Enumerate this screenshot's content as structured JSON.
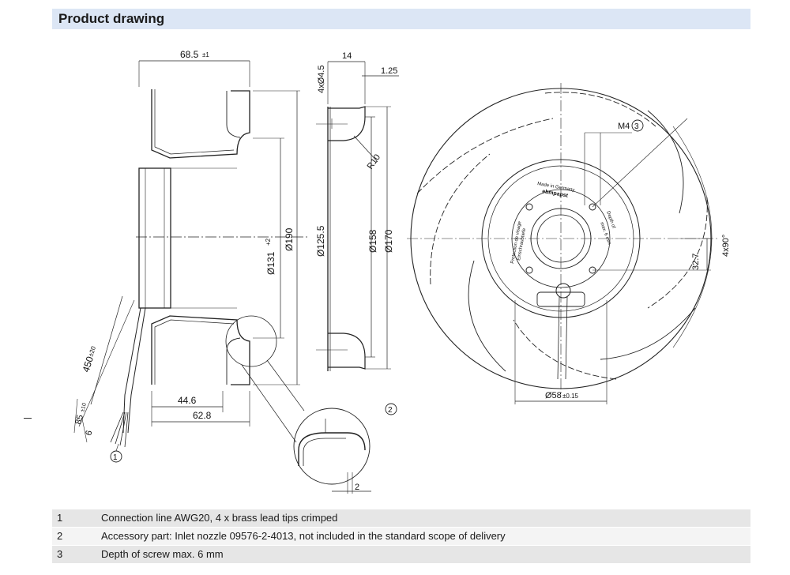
{
  "header": {
    "title": "Product drawing"
  },
  "side_view": {
    "dim_width": "68.5",
    "dim_width_tol": "±1",
    "dim_d131": "Ø131",
    "dim_d131_tol": "+2",
    "dim_d190": "Ø190",
    "dim_446": "44.6",
    "dim_628": "62.8",
    "dim_cable": "450",
    "dim_cable_tol": "±20",
    "dim_lead": "85",
    "dim_lead_tol": "±10",
    "dim_six": "6",
    "callout_1": "1"
  },
  "section_view": {
    "dim_holes": "4xØ4.5",
    "dim_14": "14",
    "dim_125": "1.25",
    "dim_r10": "R10",
    "dim_d1255": "Ø125.5",
    "dim_d158": "Ø158",
    "dim_d170": "Ø170"
  },
  "detail_view": {
    "callout_2": "2",
    "dim_2": "2"
  },
  "front_view": {
    "label_m4": "M4",
    "callout_3": "3",
    "label_made_in": "Made in Germany",
    "label_brand": "ebmpapst",
    "label_depth_1": "Depth of",
    "label_depth_2": "max. 6 mm",
    "label_prot_1": "Protection de visage",
    "label_prot_2": "Einschraubtiefe",
    "dim_4x90": "4x90°",
    "dim_327": "32.7",
    "dim_d58": "Ø58",
    "dim_d58_tol": "±0.15"
  },
  "notes": [
    {
      "num": "1",
      "text": "Connection line AWG20, 4 x brass lead tips crimped"
    },
    {
      "num": "2",
      "text": "Accessory part: Inlet nozzle 09576-2-4013, not included in the standard scope of delivery"
    },
    {
      "num": "3",
      "text": "Depth of screw max. 6 mm"
    }
  ]
}
